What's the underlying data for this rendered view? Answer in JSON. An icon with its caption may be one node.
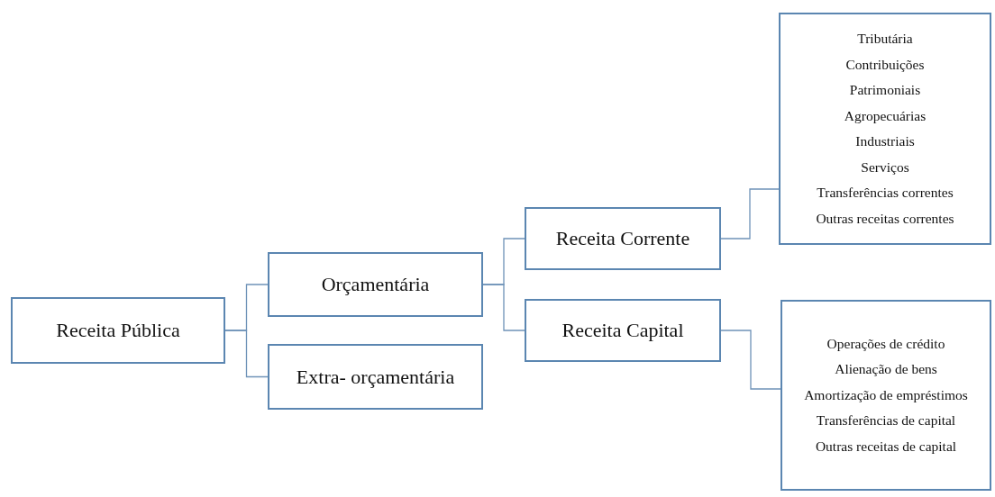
{
  "diagram": {
    "nodes": [
      {
        "text": [
          "Receita Pública"
        ]
      },
      {
        "text": [
          "Orçamentária"
        ]
      },
      {
        "text": [
          "Extra- orçamentária"
        ]
      },
      {
        "text": [
          "Receita Corrente"
        ]
      },
      {
        "text": [
          "Receita Capital"
        ]
      },
      {
        "text": [
          "Tributária",
          "Contribuições",
          "Patrimoniais",
          "Agropecuárias",
          "Industriais",
          "Serviços",
          "Transferências correntes",
          "Outras receitas correntes"
        ]
      },
      {
        "text": [
          "Operações de crédito",
          "Alienação de bens",
          "Amortização de empréstimos",
          "Transferências de capital",
          "Outras receitas de capital"
        ]
      }
    ],
    "edges": [
      {
        "from": 0,
        "to": 1,
        "arrow": "none"
      },
      {
        "from": 0,
        "to": 2,
        "arrow": "none"
      },
      {
        "from": 1,
        "to": 3,
        "arrow": "none"
      },
      {
        "from": 1,
        "to": 4,
        "arrow": "none"
      },
      {
        "from": 3,
        "to": 5,
        "arrow": "none"
      },
      {
        "from": 4,
        "to": 6,
        "arrow": "none"
      }
    ]
  }
}
